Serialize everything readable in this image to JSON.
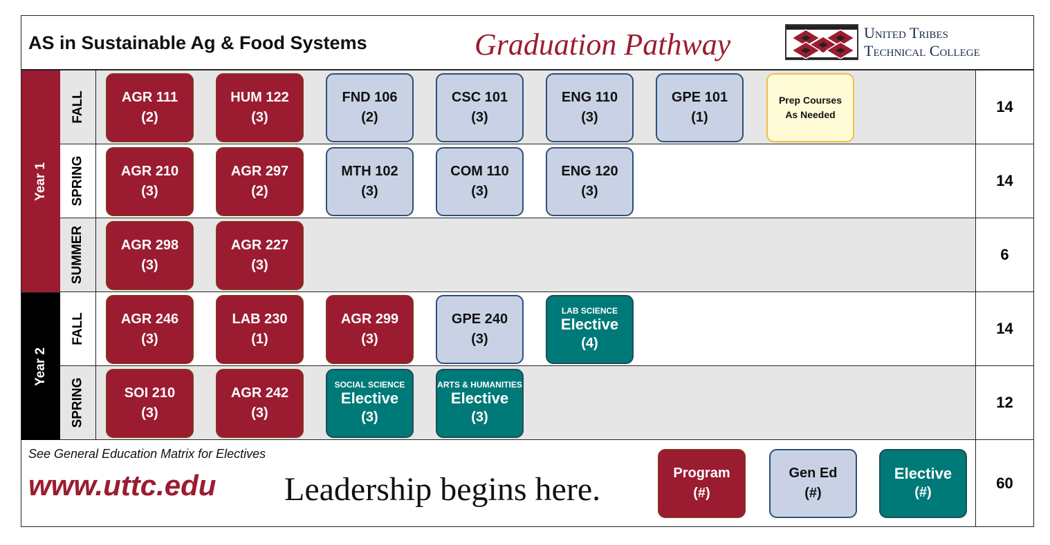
{
  "header": {
    "title": "AS in Sustainable Ag & Food Systems",
    "subtitle": "Graduation Pathway",
    "college_line1": "United Tribes",
    "college_line2": "Technical College"
  },
  "colors": {
    "program": "#9b1c31",
    "gen_ed": "#c9d2e5",
    "elective": "#007a78",
    "prep": "#fffbd6",
    "year1": "#9b1c31",
    "year2": "#000000"
  },
  "years": [
    {
      "label": "Year 1"
    },
    {
      "label": "Year 2"
    }
  ],
  "rows": [
    {
      "term": "FALL",
      "total": "14",
      "courses": [
        {
          "type": "program",
          "code": "AGR 111",
          "credits": "(2)"
        },
        {
          "type": "program",
          "code": "HUM 122",
          "credits": "(3)"
        },
        {
          "type": "gened",
          "code": "FND 106",
          "credits": "(2)"
        },
        {
          "type": "gened",
          "code": "CSC 101",
          "credits": "(3)"
        },
        {
          "type": "gened",
          "code": "ENG 110",
          "credits": "(3)"
        },
        {
          "type": "gened",
          "code": "GPE 101",
          "credits": "(1)"
        },
        {
          "type": "prep",
          "code": "Prep Courses",
          "credits": "As Needed"
        }
      ]
    },
    {
      "term": "SPRING",
      "total": "14",
      "courses": [
        {
          "type": "program",
          "code": "AGR 210",
          "credits": "(3)"
        },
        {
          "type": "program",
          "code": "AGR 297",
          "credits": "(2)"
        },
        {
          "type": "gened",
          "code": "MTH 102",
          "credits": "(3)"
        },
        {
          "type": "gened",
          "code": "COM 110",
          "credits": "(3)"
        },
        {
          "type": "gened",
          "code": "ENG 120",
          "credits": "(3)"
        }
      ]
    },
    {
      "term": "SUMMER",
      "total": "6",
      "courses": [
        {
          "type": "program",
          "code": "AGR 298",
          "credits": "(3)"
        },
        {
          "type": "program",
          "code": "AGR 227",
          "credits": "(3)"
        }
      ]
    },
    {
      "term": "FALL",
      "total": "14",
      "courses": [
        {
          "type": "program",
          "code": "AGR 246",
          "credits": "(3)"
        },
        {
          "type": "program",
          "code": "LAB 230",
          "credits": "(1)"
        },
        {
          "type": "program",
          "code": "AGR 299",
          "credits": "(3)"
        },
        {
          "type": "gened",
          "code": "GPE 240",
          "credits": "(3)"
        },
        {
          "type": "elective",
          "category": "LAB SCIENCE",
          "code": "Elective",
          "credits": "(4)"
        }
      ]
    },
    {
      "term": "SPRING",
      "total": "12",
      "courses": [
        {
          "type": "program",
          "code": "SOI 210",
          "credits": "(3)"
        },
        {
          "type": "program",
          "code": "AGR 242",
          "credits": "(3)"
        },
        {
          "type": "elective",
          "category": "SOCIAL SCIENCE",
          "code": "Elective",
          "credits": "(3)"
        },
        {
          "type": "elective",
          "category": "ARTS & HUMANITIES",
          "code": "Elective",
          "credits": "(3)"
        }
      ]
    }
  ],
  "footer": {
    "note": "See General Education Matrix for Electives",
    "url": "www.uttc.edu",
    "tagline": "Leadership begins here.",
    "total": "60",
    "legend": [
      {
        "type": "program",
        "code": "Program",
        "credits": "(#)"
      },
      {
        "type": "gened",
        "code": "Gen Ed",
        "credits": "(#)"
      },
      {
        "type": "elective",
        "code": "Elective",
        "credits": "(#)"
      }
    ]
  }
}
